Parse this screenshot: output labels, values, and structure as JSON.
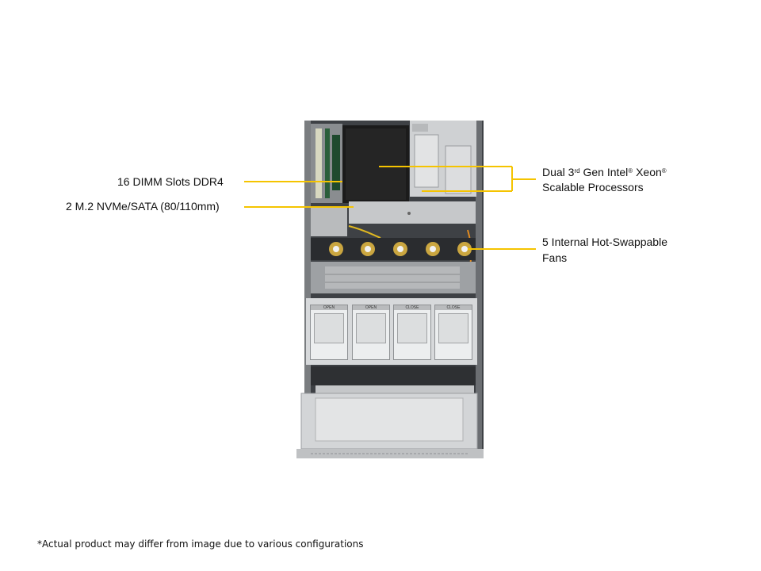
{
  "callouts": {
    "dimm": "16 DIMM Slots DDR4",
    "m2": "2 M.2 NVMe/SATA (80/110mm)",
    "cpu_prefix": "Dual 3",
    "cpu_sup1": "rd",
    "cpu_mid": " Gen Intel",
    "cpu_sup2": "®",
    "cpu_xeon": " Xeon",
    "cpu_sup3": "®",
    "cpu_line2": "Scalable Processors",
    "fans_line1": "5 Internal  Hot-Swappable",
    "fans_line2": "Fans"
  },
  "drive_bays": [
    {
      "label": "OPEN"
    },
    {
      "label": "OPEN"
    },
    {
      "label": "CLOSE"
    },
    {
      "label": "CLOSE"
    }
  ],
  "footnote": "*Actual product may differ from image due to various configurations",
  "colors": {
    "leader_line": "#f5c400",
    "chassis": "#5a5d61",
    "chassis_light": "#c9cbcd"
  }
}
